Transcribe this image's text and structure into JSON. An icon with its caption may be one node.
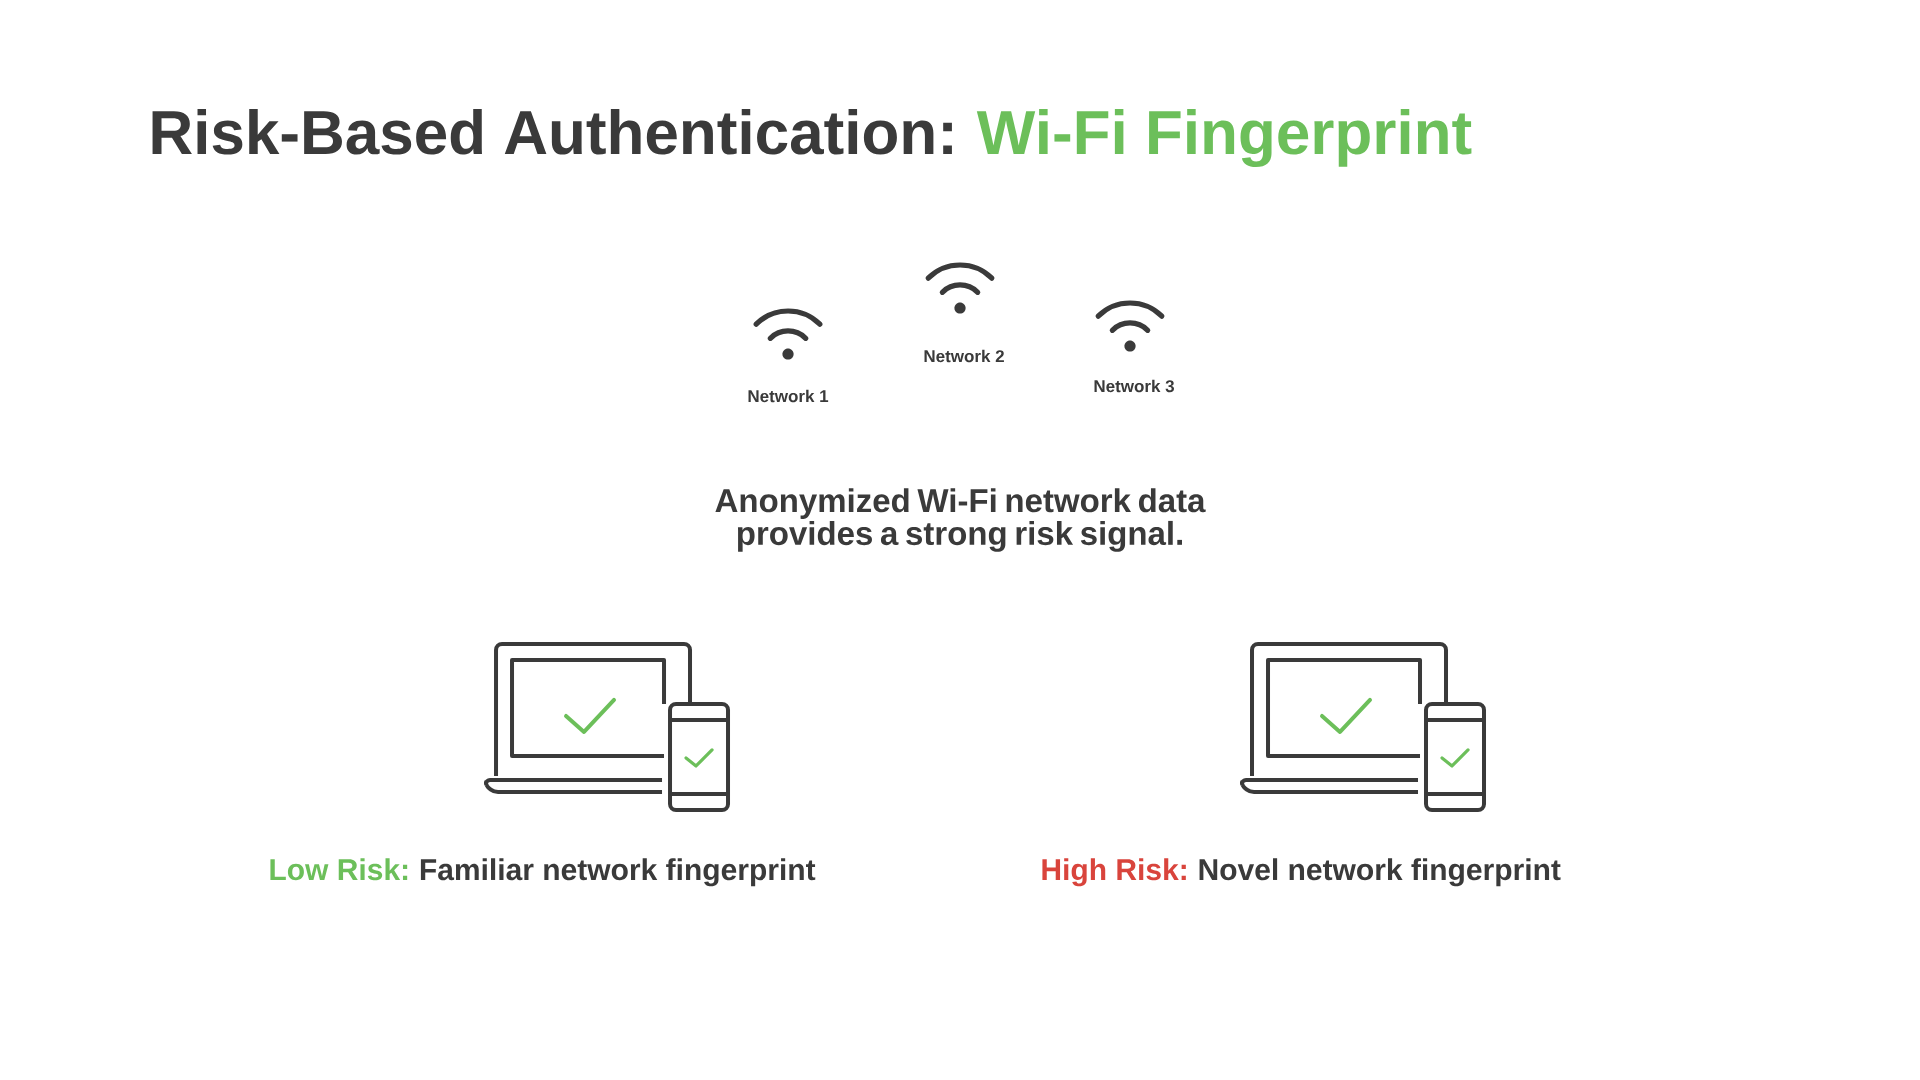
{
  "diagram": {
    "title": "Risk-Based Authentication:",
    "labels": [
      "Wi-Fi Fingerprint",
      "Network 1",
      "Network 2",
      "Network 3",
      "Anonymized Wi-Fi network data provides a strong risk signal.",
      "Low Risk:",
      "Familiar network fingerprint",
      "High Risk:",
      "Novel network fingerprint"
    ]
  }
}
